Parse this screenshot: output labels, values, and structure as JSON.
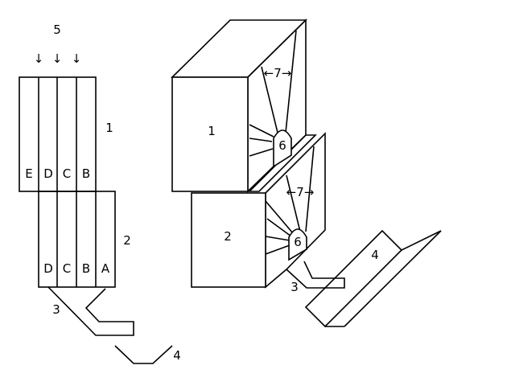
{
  "left_diagram": {
    "top_number": "5",
    "arrows": [
      "↓",
      "↓",
      "↓"
    ],
    "block1": {
      "label": "1",
      "strips": [
        "E",
        "D",
        "C",
        "B"
      ]
    },
    "block2": {
      "label": "2",
      "strips": [
        "D",
        "C",
        "B",
        "A"
      ]
    },
    "chute_label": "3",
    "tray_label": "4"
  },
  "right_diagram": {
    "block1_label": "1",
    "block2_label": "2",
    "fan_top_label": "←7→",
    "fan_bottom_label": "←7→",
    "nozzle_top_label": "6",
    "nozzle_bottom_label": "6",
    "chute_label": "3",
    "tray_label": "4"
  },
  "colors": {
    "stroke": "#000000",
    "background": "#ffffff"
  }
}
